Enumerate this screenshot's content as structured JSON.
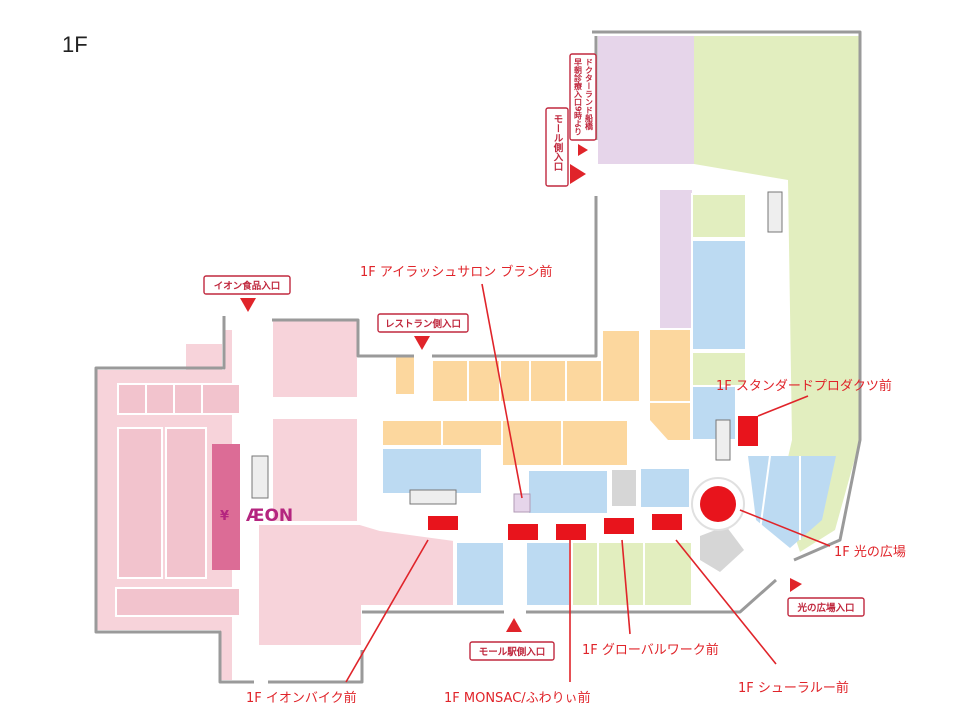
{
  "floor_label": "1F",
  "brand": {
    "logo_text": "ÆON",
    "yen_symbol": "¥"
  },
  "entrances": {
    "aeon_food": "イオン食品入口",
    "restaurant_side": "レストラン側入口",
    "mall_side": "モール側入口",
    "doctor_land": "ドクターランド船橋",
    "doctor_land_hours": "早朝診療入口9時より",
    "hikari_plaza": "光の広場入口",
    "mall_station_side": "モール駅側入口"
  },
  "callouts": {
    "irasshu": "1F アイラッシュサロン ブラン前",
    "standard_products": "1F スタンダードプロダクツ前",
    "hikari_plaza": "1F 光の広場",
    "aeon_bike": "1F イオンバイク前",
    "monsac": "1F MONSAC/ふわりぃ前",
    "global_work": "1F グローバルワーク前",
    "showroom": "1F シューラルー前"
  },
  "colors": {
    "accent_marker": "#e8141c",
    "entrance_red": "#c0283e",
    "pink_zone": "#f7d3da",
    "orange_zone": "#fcd79e",
    "blue_zone": "#bcdaf2",
    "green_zone": "#e2eebf",
    "lavender_zone": "#e6d5ea",
    "aeon_magenta": "#b4257f",
    "aeon_block": "#dc6c96"
  }
}
